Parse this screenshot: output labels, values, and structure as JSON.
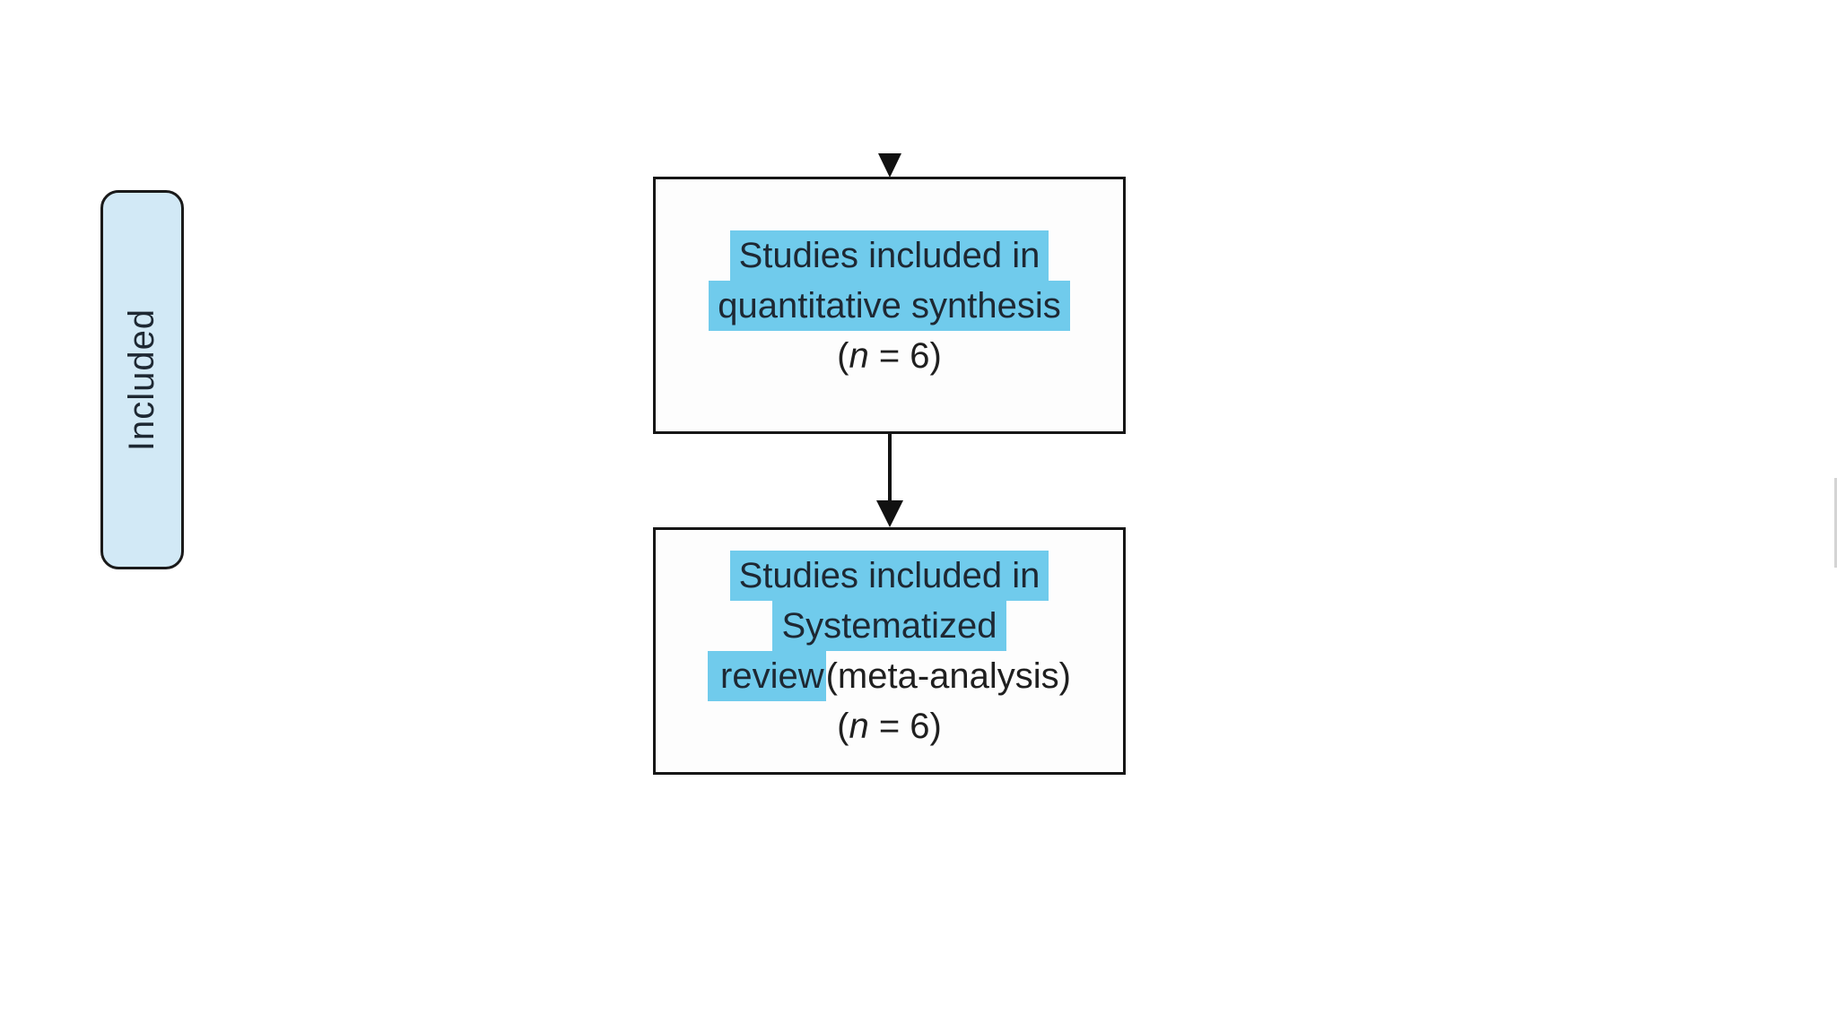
{
  "diagram": {
    "kind": "prisma-flow-included-stage",
    "background": "#ffffff"
  },
  "colors": {
    "highlight_blue": "#70CBEC",
    "stage_label_fill": "#D2E9F6",
    "box_fill": "#FDFDFD",
    "border_black": "#1A1A1A",
    "arrow_black": "#111111",
    "text_dark": "#1E2833"
  },
  "stage_label": {
    "text": "Included"
  },
  "boxes": {
    "quantitative_synthesis": {
      "line1": "Studies included in",
      "line2": "quantitative synthesis",
      "count": {
        "open": "(",
        "variable": "n",
        "rest": " = 6)"
      }
    },
    "systematized_review": {
      "line1": "Studies included in",
      "line2": "Systematized",
      "line3_highlighted": "review",
      "line3_plain": "(meta-analysis)",
      "count": {
        "open": "(",
        "variable": "n",
        "rest": " = 6)"
      }
    }
  },
  "icons": {
    "top_arrow": "arrow-down-icon",
    "connector_arrow": "arrow-down-icon"
  }
}
